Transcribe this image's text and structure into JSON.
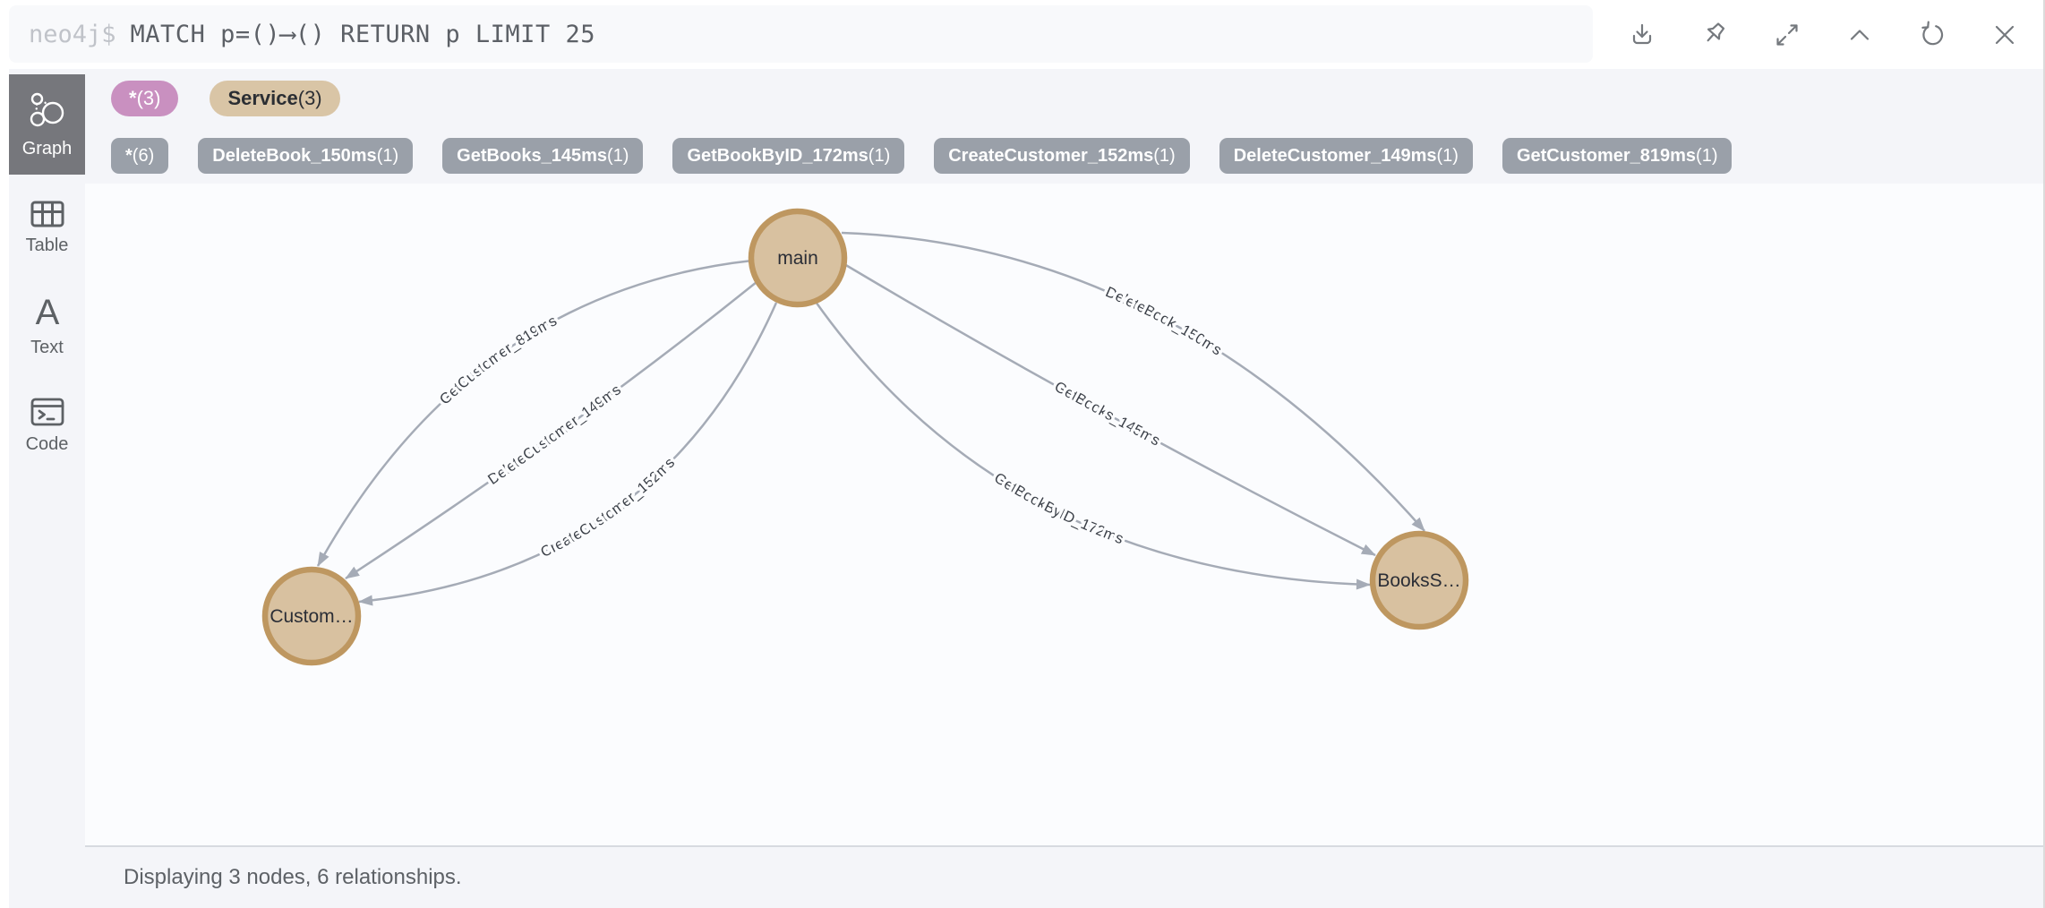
{
  "editor": {
    "prompt": "neo4j$",
    "query": "MATCH p=()⟶() RETURN p LIMIT 25"
  },
  "toolbar": {
    "icons": [
      "download-icon",
      "pin-icon",
      "expand-icon",
      "collapse-icon",
      "rerun-icon",
      "close-icon"
    ]
  },
  "sidebar": {
    "selected": "Graph",
    "tabs": [
      {
        "label": "Graph"
      },
      {
        "label": "Table"
      },
      {
        "label": "Text"
      },
      {
        "label": "Code"
      }
    ]
  },
  "filters": {
    "node_labels": [
      {
        "name": "*",
        "count": "(3)",
        "color": "#c990c0"
      },
      {
        "name": "Service",
        "count": "(3)",
        "color": "#d9c5a6"
      }
    ],
    "rel_types": [
      {
        "name": "*",
        "count": "(6)"
      },
      {
        "name": "DeleteBook_150ms",
        "count": "(1)"
      },
      {
        "name": "GetBooks_145ms",
        "count": "(1)"
      },
      {
        "name": "GetBookByID_172ms",
        "count": "(1)"
      },
      {
        "name": "CreateCustomer_152ms",
        "count": "(1)"
      },
      {
        "name": "DeleteCustomer_149ms",
        "count": "(1)"
      },
      {
        "name": "GetCustomer_819ms",
        "count": "(1)"
      }
    ]
  },
  "graph": {
    "nodes": [
      {
        "label": "main"
      },
      {
        "label": "Custom…"
      },
      {
        "label": "BooksS…"
      }
    ],
    "edges": [
      {
        "label": "GetCustomer_819ms"
      },
      {
        "label": "DeleteCustomer_149ms"
      },
      {
        "label": "CreateCustomer_152ms"
      },
      {
        "label": "DeleteBook_150ms"
      },
      {
        "label": "GetBooks_145ms"
      },
      {
        "label": "GetBookByID_172ms"
      }
    ],
    "node_fill": "#d8c1a0",
    "node_stroke": "#be9760",
    "edge_color": "#a5abb6"
  },
  "status": {
    "text": "Displaying 3 nodes, 6 relationships."
  }
}
